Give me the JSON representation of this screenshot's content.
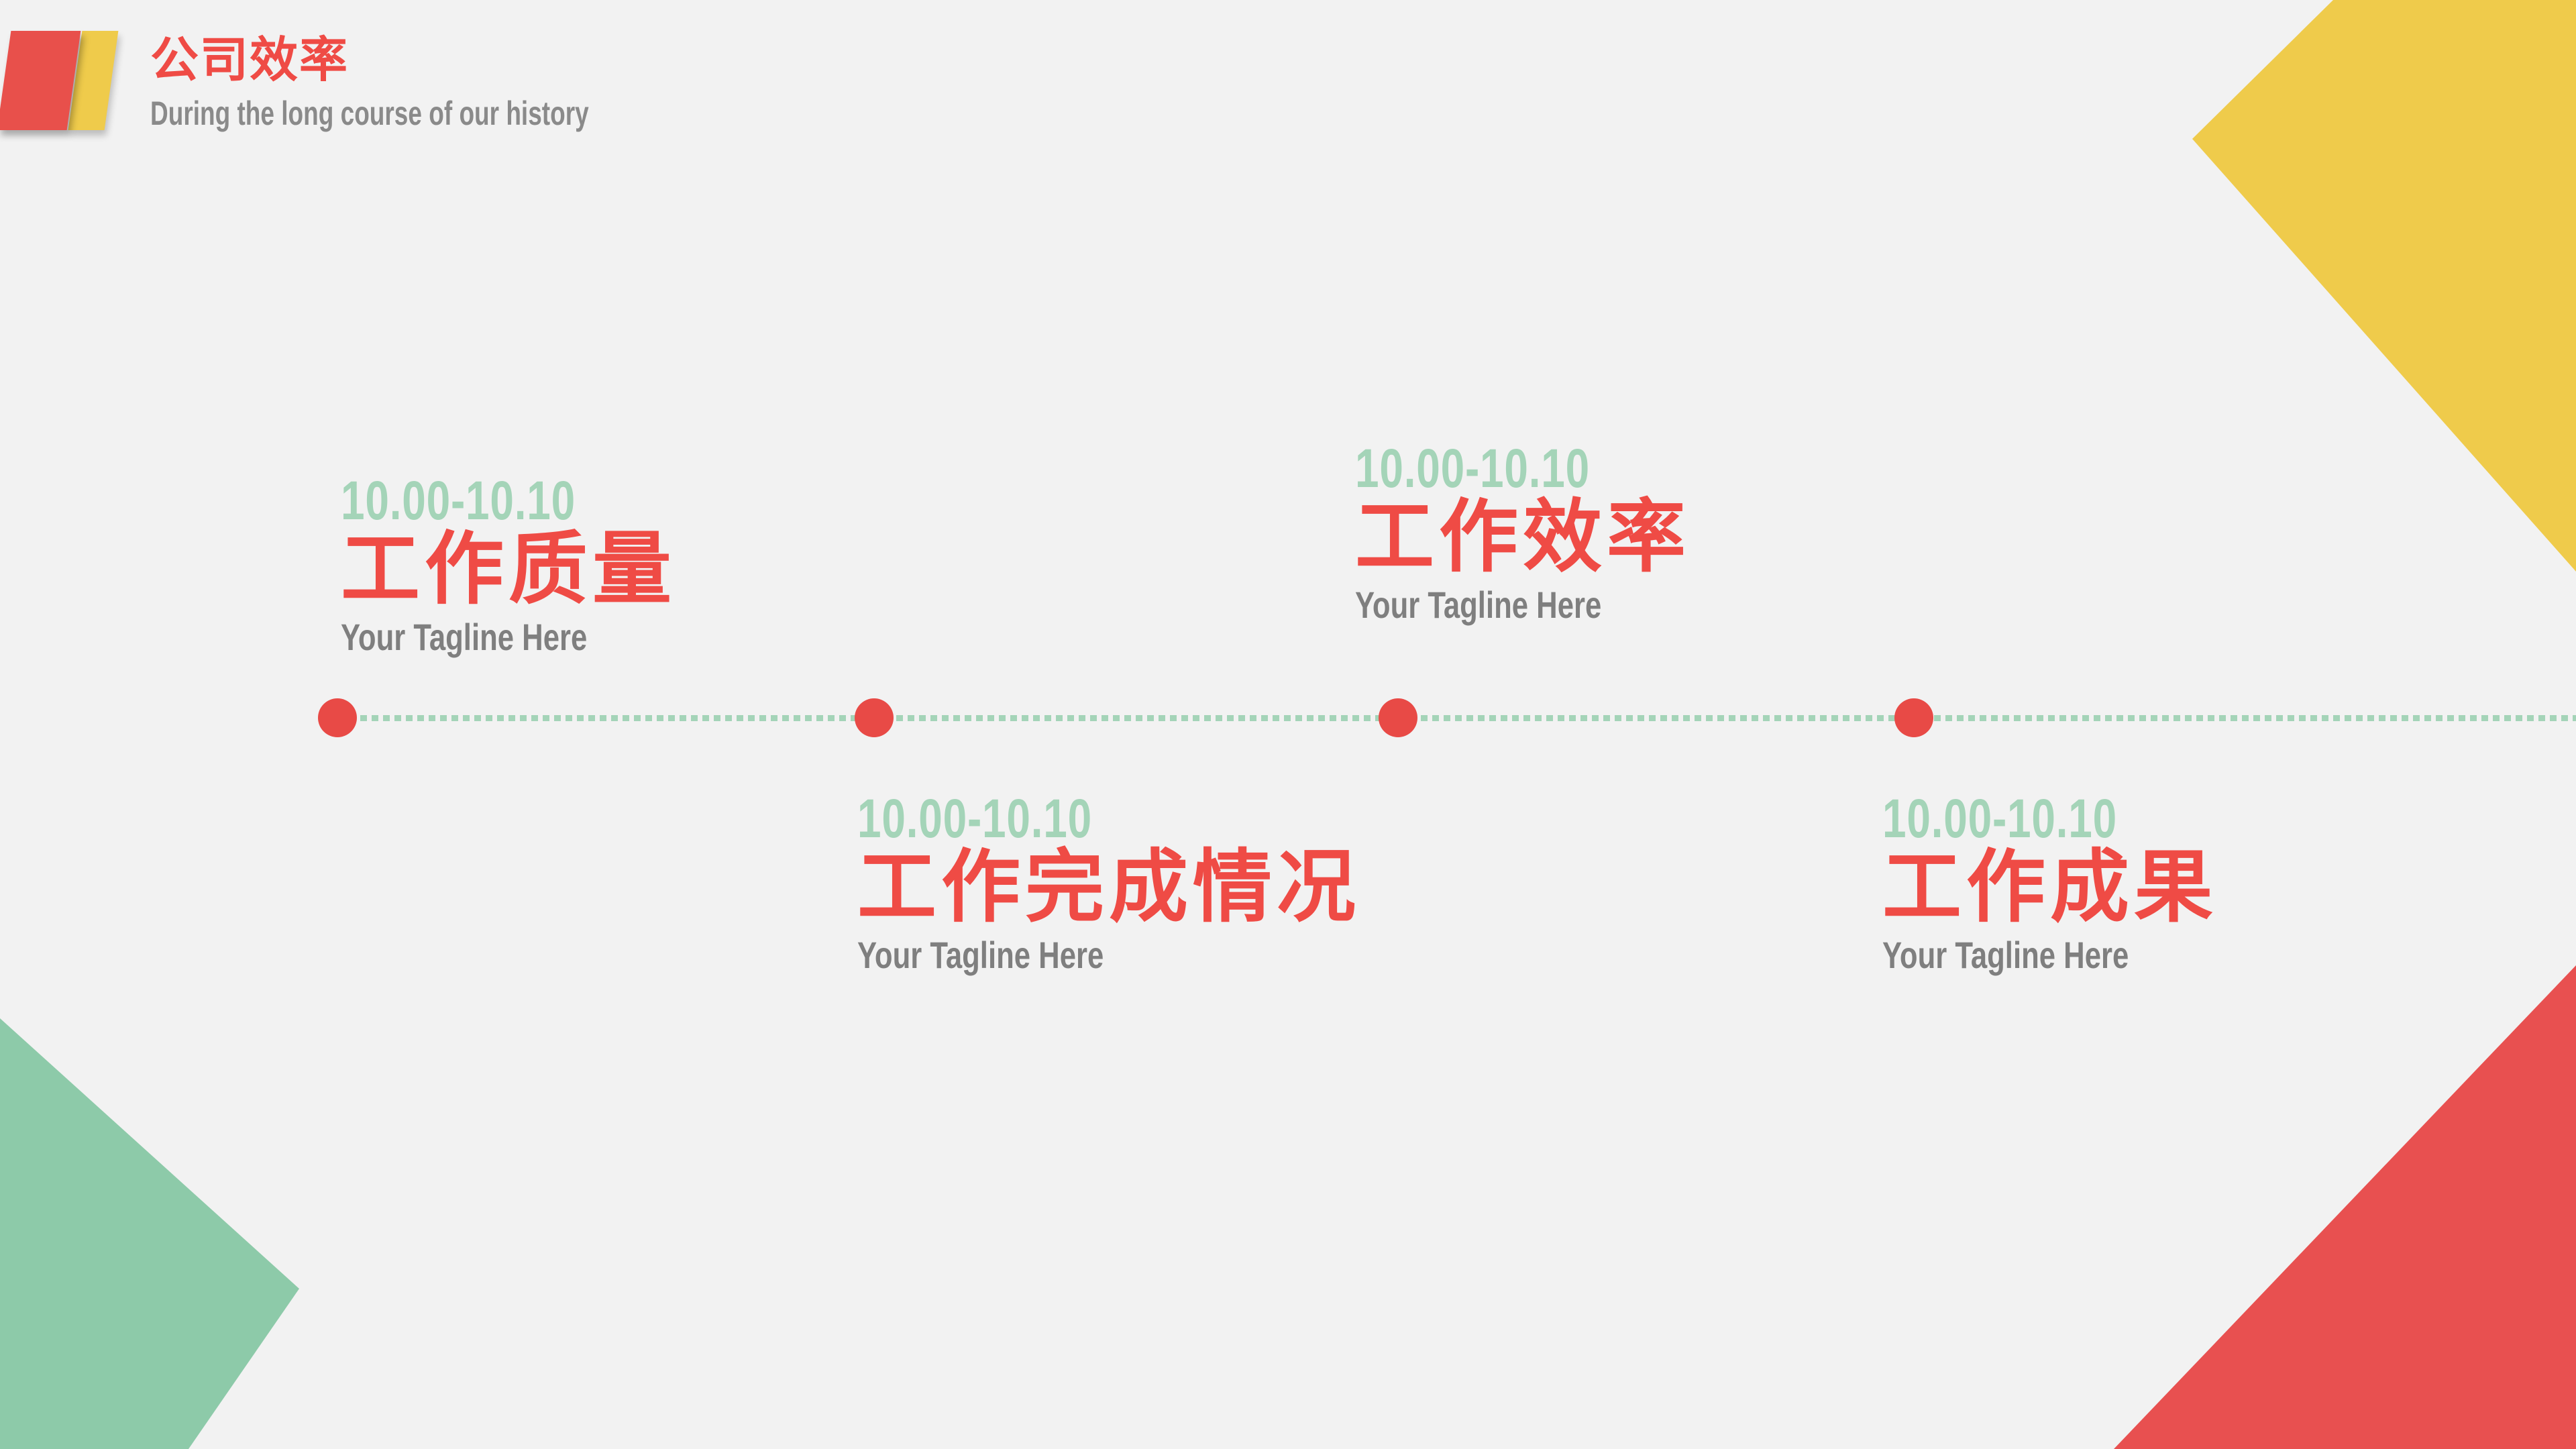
{
  "header": {
    "title": "公司效率",
    "subtitle": "During the long course of our history"
  },
  "timeline": {
    "items": [
      {
        "date": "10.00-10.10",
        "title": "工作质量",
        "tagline": "Your Tagline Here",
        "position": "above"
      },
      {
        "date": "10.00-10.10",
        "title": "工作完成情况",
        "tagline": "Your Tagline Here",
        "position": "below"
      },
      {
        "date": "10.00-10.10",
        "title": "工作效率",
        "tagline": "Your Tagline Here",
        "position": "above"
      },
      {
        "date": "10.00-10.10",
        "title": "工作成果",
        "tagline": "Your Tagline Here",
        "position": "below"
      }
    ]
  },
  "colors": {
    "background": "#F2F2F2",
    "text_red": "#EF4B45",
    "dot_red": "#E84A46",
    "shape_red": "#E85050",
    "logo_red": "#E8504B",
    "logo_yellow": "#EFCB4B",
    "shape_green": "#8DCAA9",
    "mint_green": "#A4D4B8",
    "gray_text": "#7F7F7F"
  }
}
